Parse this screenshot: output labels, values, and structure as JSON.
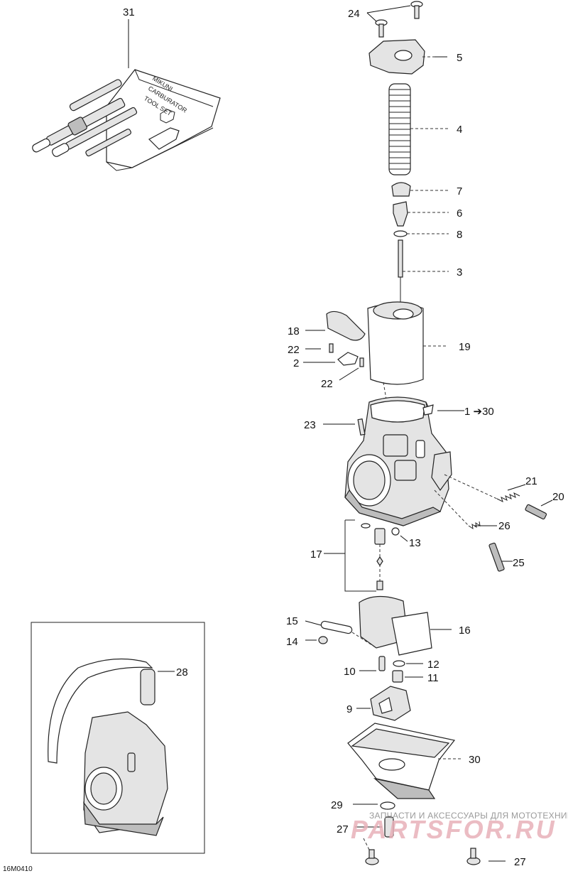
{
  "diagram_code": "16M0410",
  "tool_kit_text": [
    "MIKUNI",
    "CARBURATOR",
    "TOOL SET"
  ],
  "watermark": {
    "tagline": "ЗАПЧАСТИ И АКСЕССУАРЫ ДЛЯ МОТОТЕХНИКИ",
    "logo": "PARTSFOR.RU"
  },
  "callouts": {
    "c1": "1",
    "c1_range_end": "30",
    "c2": "2",
    "c3": "3",
    "c4": "4",
    "c5": "5",
    "c6": "6",
    "c7": "7",
    "c8": "8",
    "c9": "9",
    "c10": "10",
    "c11": "11",
    "c12": "12",
    "c13": "13",
    "c14": "14",
    "c15": "15",
    "c16": "16",
    "c17": "17",
    "c18": "18",
    "c19": "19",
    "c20": "20",
    "c21": "21",
    "c22a": "22",
    "c22b": "22",
    "c23": "23",
    "c24": "24",
    "c25": "25",
    "c26": "26",
    "c27a": "27",
    "c27b": "27",
    "c28": "28",
    "c29": "29",
    "c30": "30",
    "c31": "31"
  }
}
